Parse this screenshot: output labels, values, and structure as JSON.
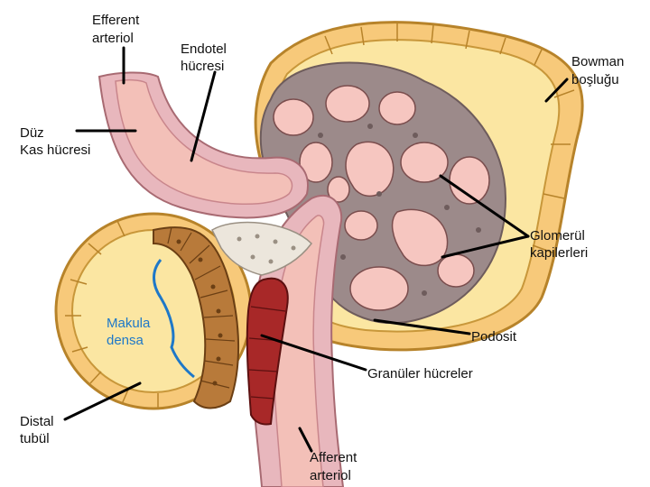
{
  "labels": {
    "efferent": [
      "Efferent",
      "arteriol"
    ],
    "endotel": [
      "Endotel",
      "hücresi"
    ],
    "bowman": [
      "Bowman",
      "boşluğu"
    ],
    "duz_kas": [
      "Düz",
      "Kas hücresi"
    ],
    "glomerul": [
      "Glomerül",
      "kapilerleri"
    ],
    "makula": [
      "Makula",
      "densa"
    ],
    "podosit": "Podosit",
    "granuler": "Granüler hücreler",
    "distal": [
      "Distal",
      "tubül"
    ],
    "afferent": [
      "Afferent",
      "arteriol"
    ]
  },
  "colors": {
    "bowman_space": "#fbe6a2",
    "capsule_cells": "#f7c97a",
    "capillary_loop": "#9c8a8a",
    "capillary_lumen": "#f6c6c0",
    "vessel_wall": "#e8b7bd",
    "vessel_lumen": "#f3c0b8",
    "macula_densa": "#b87a3a",
    "granular_cells": "#a82828",
    "makula_label": "#1e78c8"
  }
}
